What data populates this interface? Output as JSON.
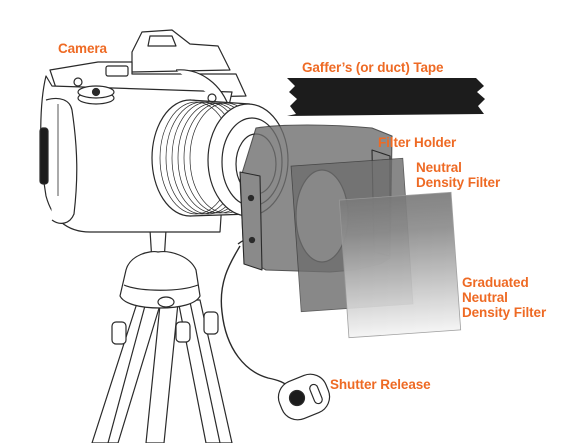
{
  "labels": {
    "camera": "Camera",
    "tape": "Gaffer’s (or duct) Tape",
    "filter_holder": "Filter Holder",
    "nd_filter_line1": "Neutral",
    "nd_filter_line2": "Density Filter",
    "grad_nd_line1": "Graduated",
    "grad_nd_line2": "Neutral",
    "grad_nd_line3": "Density Filter",
    "shutter_release": "Shutter Release"
  },
  "colors": {
    "label": "#ee6a24",
    "line": "#2a2a2a",
    "tape": "#1c1c1c",
    "holder": "#777777",
    "nd_filter": "#6e6e6e",
    "grad_top": "#7a7a7a",
    "grad_bottom": "#f2f2f2"
  }
}
